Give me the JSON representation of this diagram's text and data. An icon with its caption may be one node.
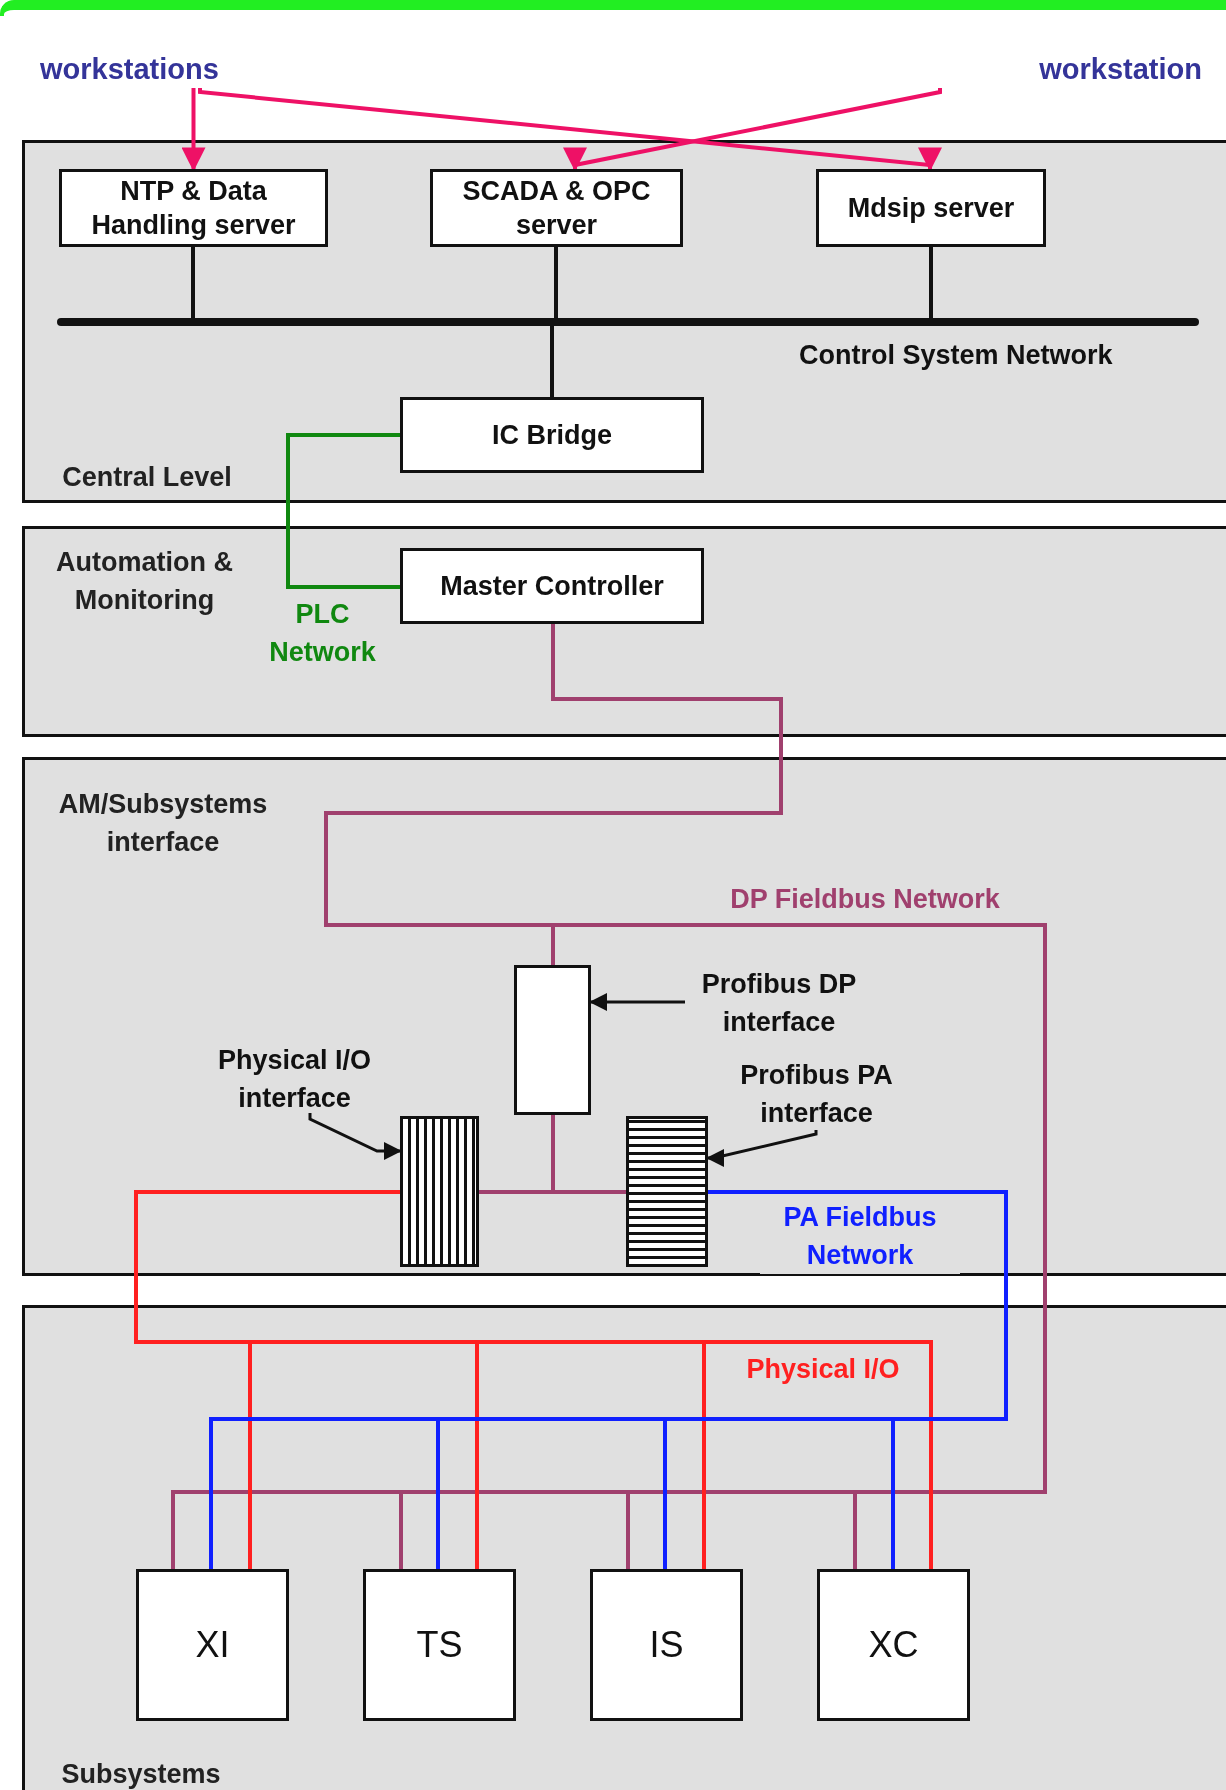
{
  "diagram": {
    "nodes": [
      {
        "text": [
          "workstations"
        ]
      },
      {
        "text": [
          "workstation"
        ]
      },
      {
        "text": [
          "Central Level"
        ]
      },
      {
        "text": [
          "NTP & Data Handling server"
        ],
        "in": 2
      },
      {
        "text": [
          "SCADA & OPC server"
        ],
        "in": 2
      },
      {
        "text": [
          "Mdsip server"
        ],
        "in": 2
      },
      {
        "text": [],
        "shape": "bar",
        "in": 2,
        "beside": [
          "Control System Network"
        ]
      },
      {
        "text": [
          "IC Bridge"
        ],
        "in": 2
      },
      {
        "text": [
          "Automation & Monitoring"
        ]
      },
      {
        "text": [
          "Master Controller"
        ],
        "in": 8
      },
      {
        "text": [
          "AM/Subsystems interface"
        ]
      },
      {
        "text": [],
        "shape": "box",
        "in": 10
      },
      {
        "text": [
          "Profibus DP interface"
        ],
        "in": 10
      },
      {
        "text": [
          "Physical I/O interface"
        ],
        "in": 10
      },
      {
        "text": [],
        "shape": "box",
        "in": 10
      },
      {
        "text": [],
        "shape": "box",
        "in": 10
      },
      {
        "text": [
          "Profibus PA interface"
        ],
        "in": 10
      },
      {
        "text": [
          "Subsystems"
        ]
      },
      {
        "text": [
          "XI"
        ],
        "in": 17
      },
      {
        "text": [
          "TS"
        ],
        "in": 17
      },
      {
        "text": [
          "IS"
        ],
        "in": 17
      },
      {
        "text": [
          "XC"
        ],
        "in": 17
      }
    ],
    "edges": [
      {
        "from": 0,
        "to": 3,
        "arrow": "to",
        "color": "#ee1166"
      },
      {
        "from": 0,
        "to": 5,
        "arrow": "to",
        "color": "#ee1166"
      },
      {
        "from": 1,
        "to": 4,
        "arrow": "to",
        "color": "#ee1166"
      },
      {
        "from": 3,
        "to": 6,
        "arrow": "none"
      },
      {
        "from": 4,
        "to": 6,
        "arrow": "none"
      },
      {
        "from": 5,
        "to": 6,
        "arrow": "none"
      },
      {
        "from": 6,
        "to": 7,
        "arrow": "none"
      },
      {
        "from": 7,
        "to": 9,
        "arrow": "none",
        "label": "PLC Network",
        "color": "#108810"
      },
      {
        "from": 9,
        "to": 11,
        "arrow": "none",
        "color": "#a0406e"
      },
      {
        "from": 9,
        "to": 18,
        "arrow": "none",
        "label": "DP Fieldbus Network",
        "color": "#a0406e"
      },
      {
        "from": 9,
        "to": 19,
        "arrow": "none",
        "color": "#a0406e"
      },
      {
        "from": 9,
        "to": 20,
        "arrow": "none",
        "color": "#a0406e"
      },
      {
        "from": 9,
        "to": 21,
        "arrow": "none",
        "color": "#a0406e"
      },
      {
        "from": 11,
        "to": 14,
        "arrow": "none",
        "color": "#a0406e"
      },
      {
        "from": 11,
        "to": 15,
        "arrow": "none",
        "color": "#a0406e"
      },
      {
        "from": 14,
        "to": 18,
        "arrow": "none",
        "color": "#ff2020"
      },
      {
        "from": 14,
        "to": 19,
        "arrow": "none",
        "color": "#ff2020"
      },
      {
        "from": 14,
        "to": 20,
        "arrow": "none",
        "color": "#ff2020"
      },
      {
        "from": 14,
        "to": 21,
        "arrow": "none",
        "label": "Physical I/O",
        "color": "#ff2020"
      },
      {
        "from": 15,
        "to": 18,
        "arrow": "none",
        "label": "PA Fieldbus Network",
        "color": "#1020ff"
      },
      {
        "from": 15,
        "to": 19,
        "arrow": "none",
        "color": "#1020ff"
      },
      {
        "from": 15,
        "to": 20,
        "arrow": "none",
        "color": "#1020ff"
      },
      {
        "from": 15,
        "to": 21,
        "arrow": "none",
        "color": "#1020ff"
      },
      {
        "from": 12,
        "to": 11,
        "arrow": "to"
      },
      {
        "from": 13,
        "to": 14,
        "arrow": "to"
      },
      {
        "from": 16,
        "to": 15,
        "arrow": "to"
      }
    ]
  }
}
